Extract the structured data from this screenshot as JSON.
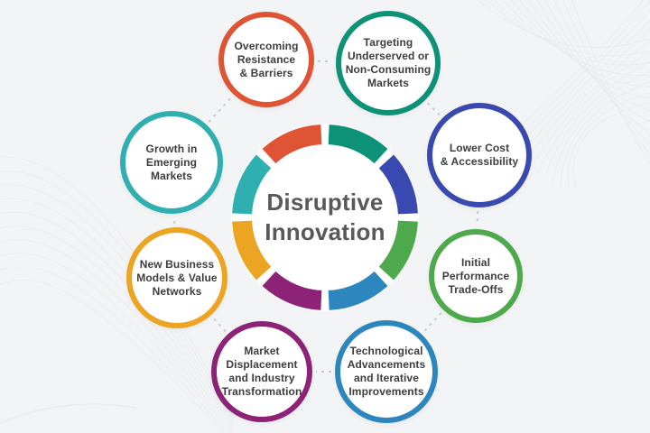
{
  "background": {
    "base_color": "#f3f4f6",
    "wave_color": "#e6e8ec"
  },
  "center": {
    "title": "Disruptive\nInnovation",
    "text_color": "#58595b"
  },
  "node_text_color": "#3d3d3d",
  "connector_color": "#c3c5c9",
  "nodes": [
    {
      "id": "overcoming-resistance-barriers",
      "label": "Overcoming\nResistance\n& Barriers",
      "color": "#DE5434"
    },
    {
      "id": "targeting-underserved-markets",
      "label": "Targeting\nUnderserved or\nNon-Consuming\nMarkets",
      "color": "#0D9277"
    },
    {
      "id": "lower-cost-accessibility",
      "label": "Lower Cost\n& Accessibility",
      "color": "#3A49B0"
    },
    {
      "id": "initial-performance-trade-offs",
      "label": "Initial\nPerformance\nTrade-Offs",
      "color": "#4DA94C"
    },
    {
      "id": "technological-advancements",
      "label": "Technological\nAdvancements\nand Iterative\nImprovements",
      "color": "#2E86BE"
    },
    {
      "id": "market-displacement-transformation",
      "label": "Market\nDisplacement\nand Industry\nTransformation",
      "color": "#8C2377"
    },
    {
      "id": "new-business-models-networks",
      "label": "New Business\nModels & Value\nNetworks",
      "color": "#ECA522"
    },
    {
      "id": "growth-emerging-markets",
      "label": "Growth in\nEmerging\nMarkets",
      "color": "#2FAFB0"
    }
  ],
  "ring_segments": [
    {
      "start": 0,
      "end": 45,
      "color": "#0D9277"
    },
    {
      "start": 45,
      "end": 90,
      "color": "#3A49B0"
    },
    {
      "start": 90,
      "end": 135,
      "color": "#4DA94C"
    },
    {
      "start": 135,
      "end": 180,
      "color": "#2E86BE"
    },
    {
      "start": 180,
      "end": 225,
      "color": "#8C2377"
    },
    {
      "start": 225,
      "end": 270,
      "color": "#ECA522"
    },
    {
      "start": 270,
      "end": 315,
      "color": "#2FAFB0"
    },
    {
      "start": 315,
      "end": 360,
      "color": "#DE5434"
    }
  ]
}
